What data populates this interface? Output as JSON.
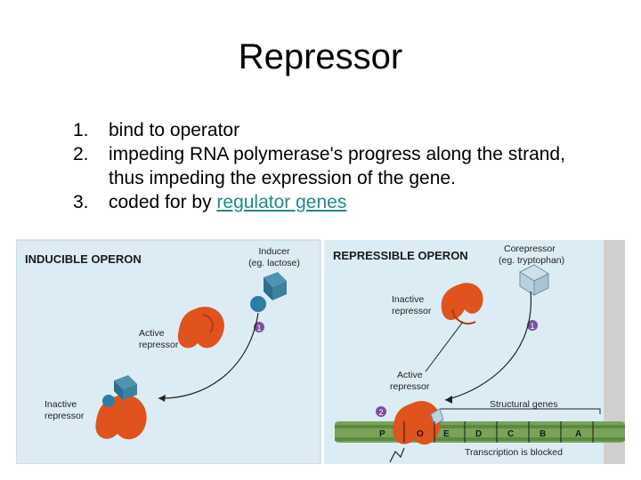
{
  "slide": {
    "title": "Repressor",
    "bullets": [
      {
        "num": "1.",
        "text": "bind to operator"
      },
      {
        "num": "2.",
        "text": "impeding RNA polymerase's progress along the strand,",
        "text2": "thus impeding the expression of the gene."
      },
      {
        "num": "3.",
        "text": "coded for by ",
        "link": "regulator genes"
      }
    ]
  },
  "figure": {
    "inducible": {
      "heading": "INDUCIBLE OPERON",
      "inducer_label_1": "Inducer",
      "inducer_label_2": "(eg. lactose)",
      "active_label_1": "Active",
      "active_label_2": "repressor",
      "inactive_label_1": "Inactive",
      "inactive_label_2": "repressor",
      "step": "1"
    },
    "repressible": {
      "heading": "REPRESSIBLE OPERON",
      "corepressor_label_1": "Corepressor",
      "corepressor_label_2": "(eg. tryptophan)",
      "inactive_label_1": "Inactive",
      "inactive_label_2": "repressor",
      "active_label_1": "Active",
      "active_label_2": "repressor",
      "structural_genes": "Structural genes",
      "blocked": "Transcription is blocked",
      "steps": [
        "1",
        "2"
      ],
      "dna_labels": [
        "P",
        "O",
        "E",
        "D",
        "C",
        "B",
        "A"
      ]
    },
    "colors": {
      "panel_bg": "#dcecf4",
      "repressor": "#e0521e",
      "heading_text": "#1a1a1a",
      "step_circle": "#7a4fa0",
      "dna": "#7aa35a"
    }
  }
}
